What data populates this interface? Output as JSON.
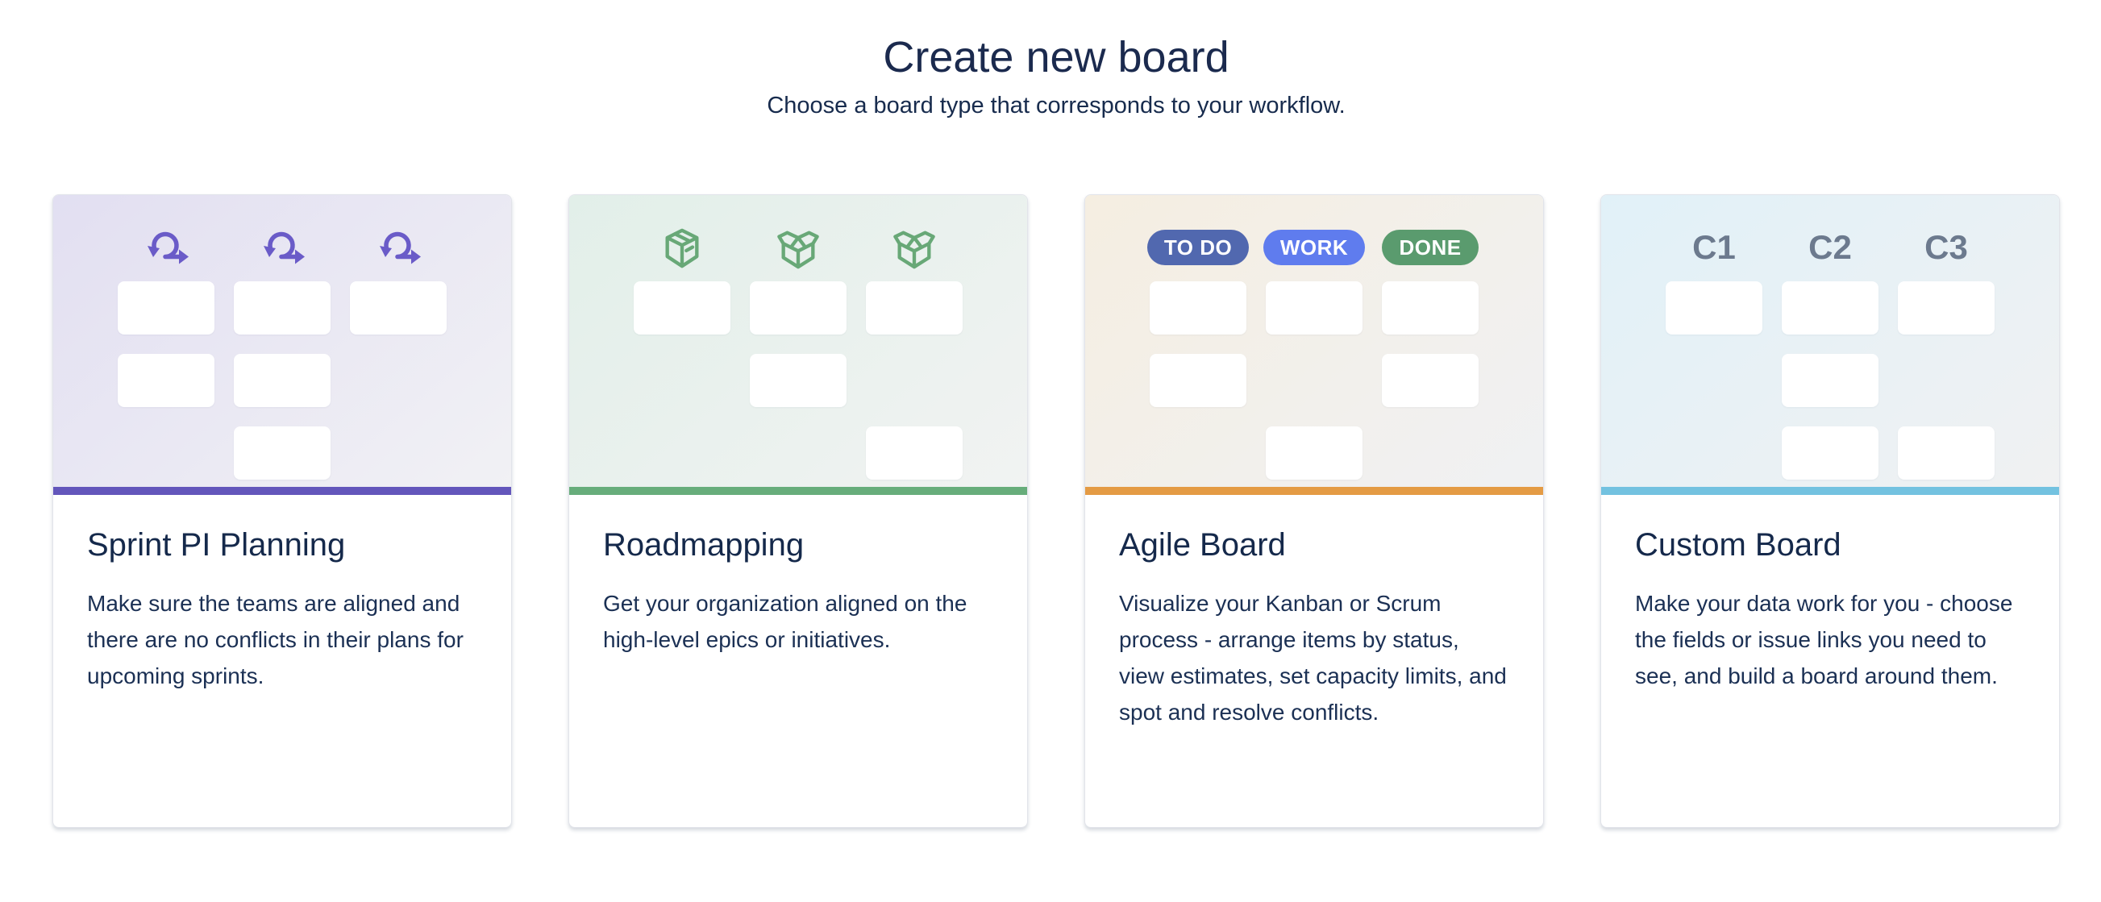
{
  "page": {
    "title": "Create new board",
    "subtitle": "Choose a board type that corresponds to your workflow."
  },
  "cards": [
    {
      "id": "sprint-pi-planning",
      "title": "Sprint PI Planning",
      "description": "Make sure the teams are aligned and there are no conflicts in their plans for upcoming sprints.",
      "accent_color": "#6356BB",
      "preview_gradient": [
        "#E2DFF2",
        "#F1F1F4"
      ],
      "header": {
        "type": "icons",
        "icons": [
          "sprint-icon",
          "sprint-icon",
          "sprint-icon"
        ],
        "icon_color": "#6A5BC8"
      },
      "box_rows": [
        [
          1,
          1,
          1
        ],
        [
          1,
          1,
          0
        ],
        [
          0,
          1,
          0
        ]
      ]
    },
    {
      "id": "roadmapping",
      "title": "Roadmapping",
      "description": "Get your organization aligned on the high-level epics or initiatives.",
      "accent_color": "#67AD7B",
      "preview_gradient": [
        "#E2EFE9",
        "#F1F3F2"
      ],
      "header": {
        "type": "icons",
        "icons": [
          "package-closed-icon",
          "package-open-icon",
          "package-open-icon"
        ],
        "icon_color": "#68A877"
      },
      "box_rows": [
        [
          1,
          1,
          1
        ],
        [
          0,
          1,
          0
        ],
        [
          0,
          0,
          1
        ]
      ]
    },
    {
      "id": "agile-board",
      "title": "Agile Board",
      "description": "Visualize your Kanban or Scrum process - arrange items by status, view estimates, set capacity limits, and spot and resolve conflicts.",
      "accent_color": "#E49B44",
      "preview_gradient": [
        "#F5EEE1",
        "#F0F1F3"
      ],
      "header": {
        "type": "pills",
        "pills": [
          {
            "label": "TO DO",
            "color": "#5168AF"
          },
          {
            "label": "WORK",
            "color": "#5F7CEE"
          },
          {
            "label": "DONE",
            "color": "#5A9B6E"
          }
        ]
      },
      "box_rows": [
        [
          1,
          1,
          1
        ],
        [
          1,
          0,
          1
        ],
        [
          0,
          1,
          0
        ]
      ]
    },
    {
      "id": "custom-board",
      "title": "Custom Board",
      "description": "Make your data work for you - choose the fields or issue links you need to see, and build a board around them.",
      "accent_color": "#73C2E0",
      "preview_gradient": [
        "#E1F1F8",
        "#F0F1F2"
      ],
      "header": {
        "type": "labels",
        "labels": [
          "C1",
          "C2",
          "C3"
        ],
        "label_color": "#6C7A8E"
      },
      "box_rows": [
        [
          1,
          1,
          1
        ],
        [
          0,
          1,
          0
        ],
        [
          0,
          1,
          1
        ]
      ]
    }
  ]
}
